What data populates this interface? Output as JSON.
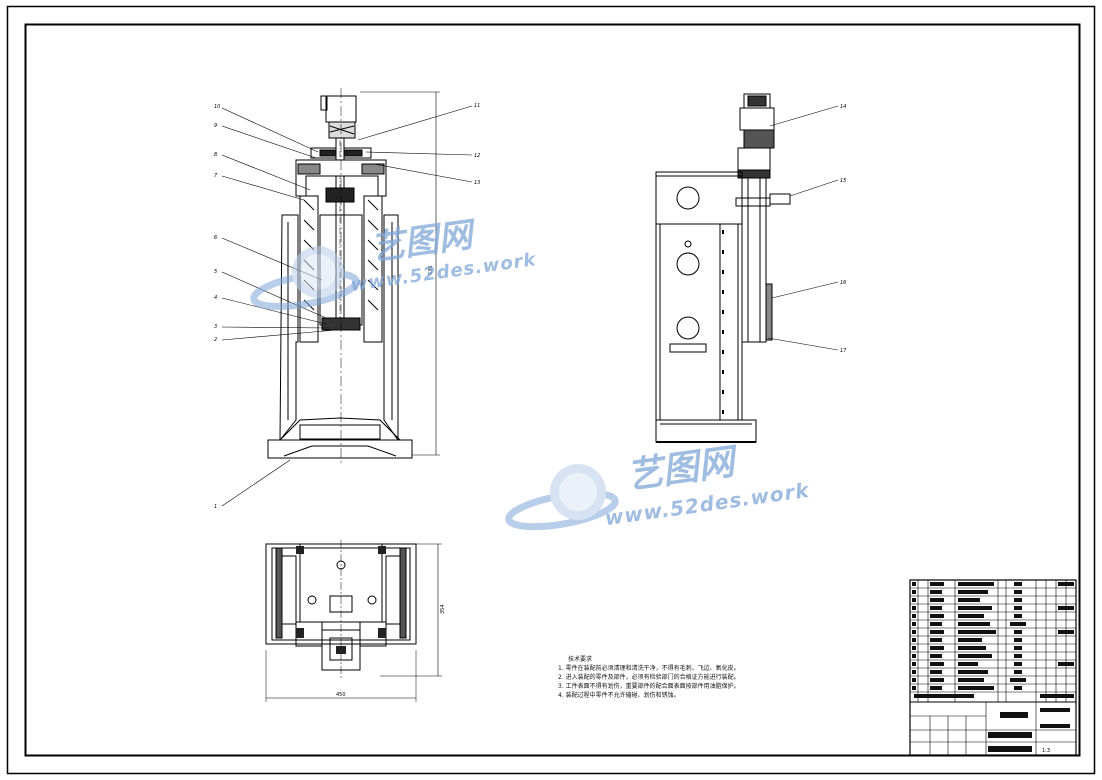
{
  "watermark": {
    "brand": "艺图网",
    "url": "www.52des.work",
    "color": "#7fa6d8"
  },
  "part_labels": [
    "1",
    "2",
    "3",
    "4",
    "5",
    "6",
    "7",
    "8",
    "9",
    "10",
    "11",
    "12",
    "13",
    "14",
    "15",
    "16",
    "17"
  ],
  "dimensions": {
    "height": "635",
    "plan_width": "450",
    "plan_depth": "354"
  },
  "technical_notes": {
    "title": "技术要求",
    "items": [
      "1. 零件在装配前必须清理和清洗干净，不得有毛刺、飞边、氧化皮。",
      "2. 进入装配的零件及部件，必须有检验部门的合格证方能进行装配。",
      "3. 工件表面不得有划伤，重要部件的配合面表面按部件用油脂保护。",
      "4. 装配过程中零件不允许磕碰、划伤和锈蚀。"
    ]
  },
  "title_block": {
    "scale": "1:3"
  }
}
